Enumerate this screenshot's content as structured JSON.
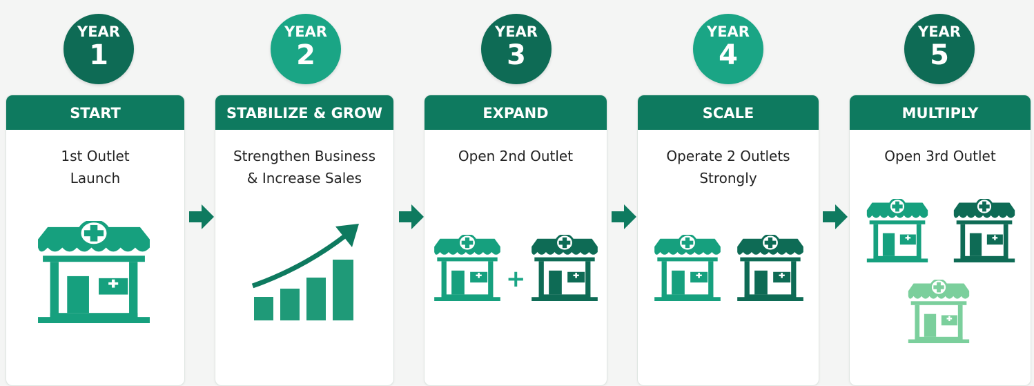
{
  "colors": {
    "dark_green": "#0e6b55",
    "mid_green": "#1aa585",
    "header_green": "#0e7a5f",
    "light_green": "#7bcf9c"
  },
  "steps": [
    {
      "year_label": "YEAR",
      "year_number": "1",
      "title": "START",
      "description": "1st Outlet\nLaunch",
      "icon": "storefront-icon"
    },
    {
      "year_label": "YEAR",
      "year_number": "2",
      "title": "STABILIZE & GROW",
      "description": "Strengthen Business\n& Increase Sales",
      "icon": "growth-chart-icon"
    },
    {
      "year_label": "YEAR",
      "year_number": "3",
      "title": "EXPAND",
      "description": "Open 2nd Outlet",
      "icon": "two-stores-plus-icon",
      "plus_symbol": "+"
    },
    {
      "year_label": "YEAR",
      "year_number": "4",
      "title": "SCALE",
      "description": "Operate 2 Outlets\nStrongly",
      "icon": "two-stores-icon"
    },
    {
      "year_label": "YEAR",
      "year_number": "5",
      "title": "MULTIPLY",
      "description": "Open 3rd Outlet",
      "icon": "three-stores-icon"
    }
  ],
  "arrow_icon": "right-arrow-icon"
}
